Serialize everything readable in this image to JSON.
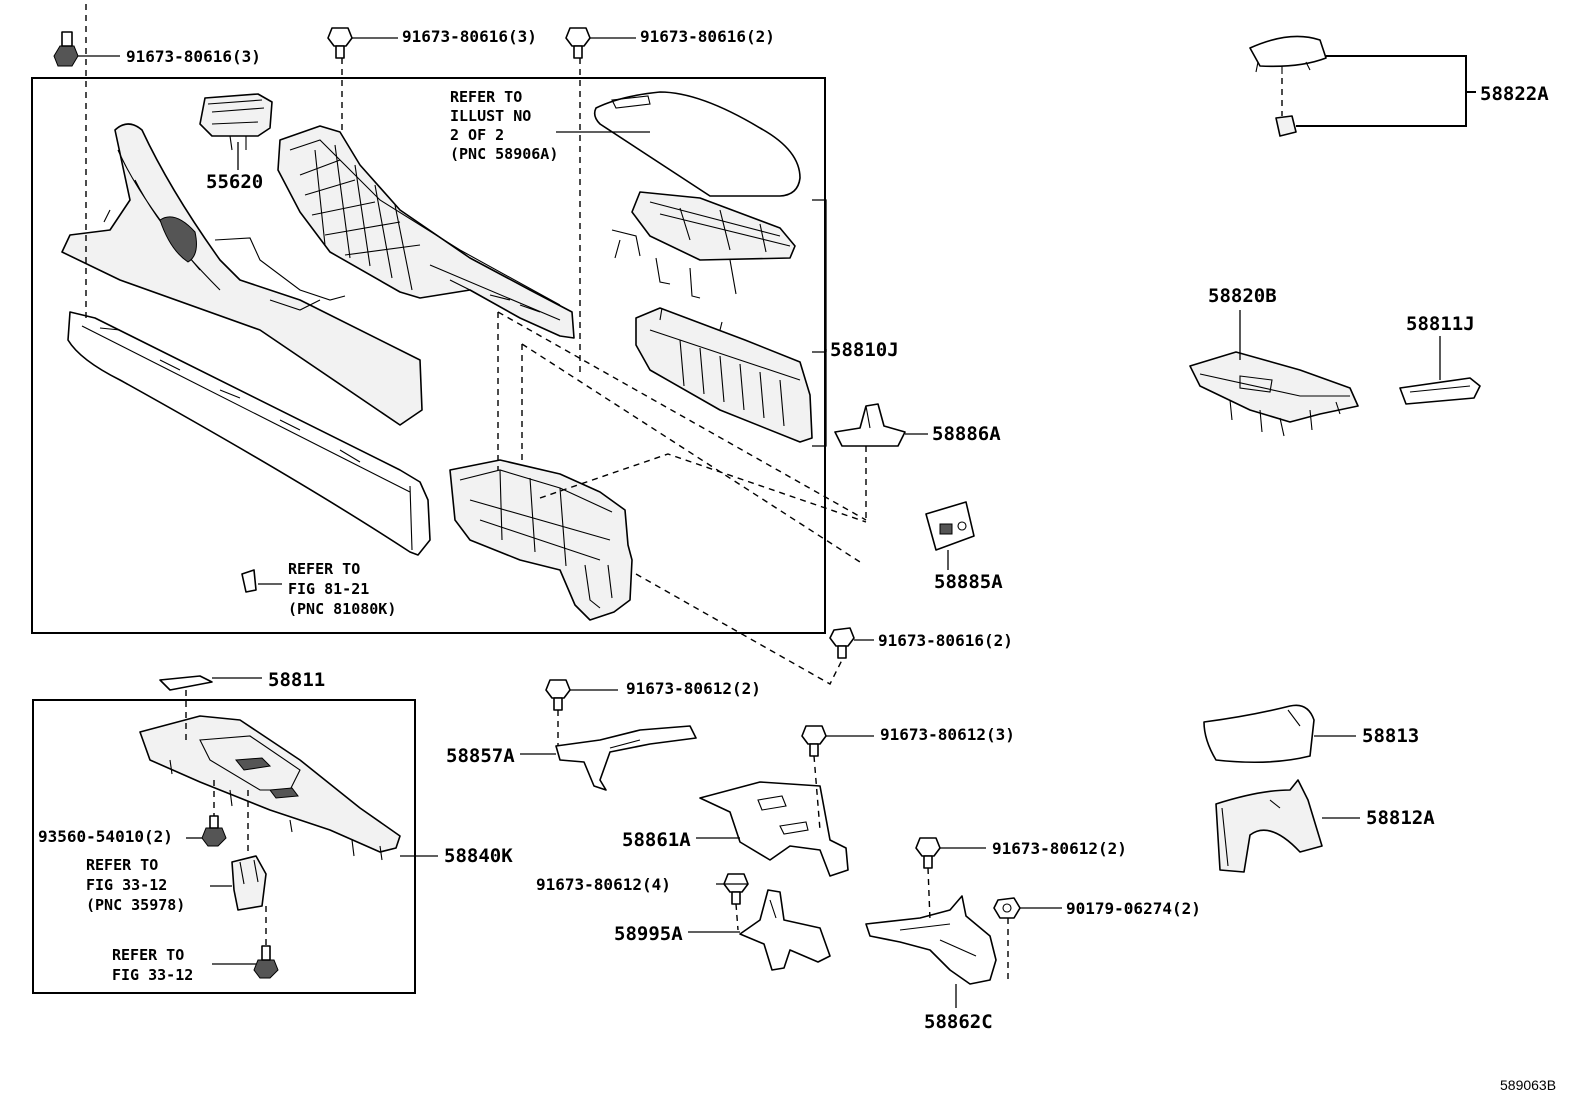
{
  "diagram_code": "589063B",
  "part_labels": {
    "p55620": "55620",
    "p58822A": "58822A",
    "p58810J": "58810J",
    "p58886A": "58886A",
    "p58885A": "58885A",
    "p58820B": "58820B",
    "p58811J": "58811J",
    "p58811": "58811",
    "p58840K": "58840K",
    "p58857A": "58857A",
    "p58861A": "58861A",
    "p58995A": "58995A",
    "p58862C": "58862C",
    "p58813": "58813",
    "p58812A": "58812A"
  },
  "fastener_labels": {
    "f1": "91673-80616(3)",
    "f2": "91673-80616(3)",
    "f3": "91673-80616(2)",
    "f4": "91673-80616(2)",
    "f5": "91673-80612(2)",
    "f6": "91673-80612(3)",
    "f7": "91673-80612(2)",
    "f8": "91673-80612(4)",
    "f9": "90179-06274(2)",
    "f10": "93560-54010(2)"
  },
  "notes": {
    "illust": [
      "REFER TO",
      "ILLUST NO",
      "2 OF 2",
      "(PNC 58906A)"
    ],
    "fig8121": [
      "REFER TO",
      "FIG 81-21",
      "(PNC 81080K)"
    ],
    "fig3312a": [
      "REFER TO",
      "FIG 33-12",
      "(PNC 35978)"
    ],
    "fig3312b": [
      "REFER TO",
      "FIG 33-12"
    ]
  }
}
